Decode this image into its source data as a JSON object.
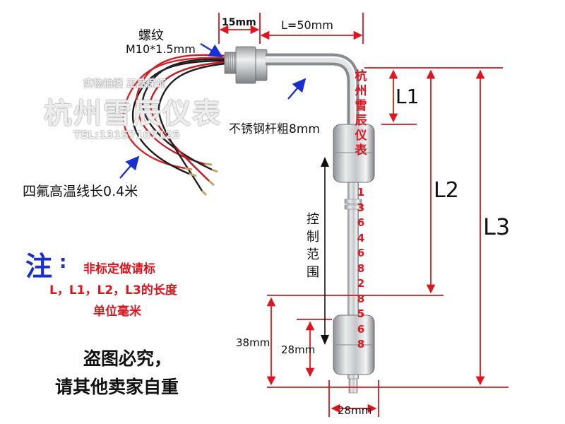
{
  "labels": {
    "thread_title": "螺纹",
    "thread_spec": "M10*1.5mm",
    "dim_15": "15mm",
    "dim_L50": "L=50mm",
    "rod_spec": "不锈钢杆粗8mm",
    "wire_spec": "四氟高温线长0.4米",
    "L1": "L1",
    "L2": "L2",
    "L3": "L3",
    "dim_38": "38mm",
    "dim_28_height": "28mm",
    "dim_28_width": "28mm"
  },
  "control_range_chars": [
    "控",
    "制",
    "范",
    "围"
  ],
  "note": {
    "head": "注",
    "colon": ":",
    "line1": "非标定做请标",
    "line2": "L，L1，L2，L3的长度",
    "line3": "单位毫米"
  },
  "warning": {
    "line1": "盗图必究，",
    "line2": "请其他卖家自重"
  },
  "vertical_brand_chars": [
    "杭",
    "州",
    "雪",
    "辰",
    "仪",
    "表"
  ],
  "vertical_phone_digits": [
    "1",
    "3",
    "6",
    "4",
    "6",
    "8",
    "2",
    "8",
    "5",
    "6",
    "8"
  ],
  "watermark": {
    "top": "实物拍摄 正品保证",
    "name": "杭州雪辰仪表",
    "tel": "TEL:13157107125"
  },
  "colors": {
    "dimension_line": "#e0141e",
    "callout_arrow": "#1a2fd0",
    "note_red": "#e0141e",
    "note_blue": "#1a2fd0",
    "steel": "#b9bcbf"
  }
}
